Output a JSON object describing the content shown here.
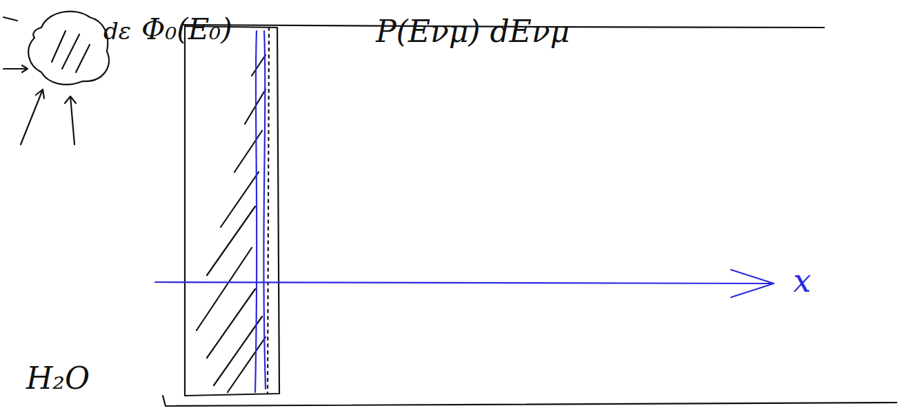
{
  "diagram": {
    "labels": [
      "dε",
      "Φ₀(E₀)",
      "P(Eνμ) dEνμ",
      "x",
      "H₂O"
    ]
  }
}
